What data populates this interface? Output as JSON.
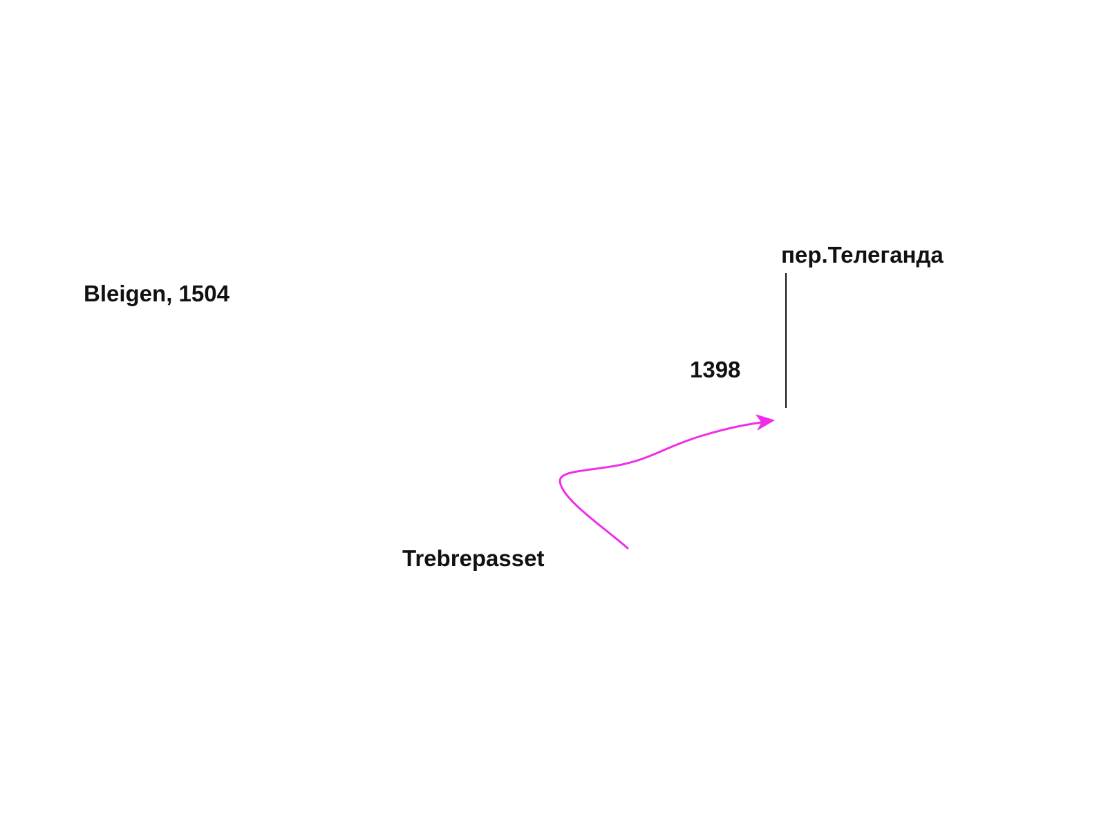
{
  "labels": {
    "bleigen": "Bleigen, 1504",
    "pass": "пер.Телеганда",
    "elevation": "1398",
    "trebrepasset": "Trebrepasset"
  },
  "colors": {
    "route": "#ee2ee8",
    "marker_line": "#111111",
    "text": "#111111",
    "background": "#ffffff"
  }
}
